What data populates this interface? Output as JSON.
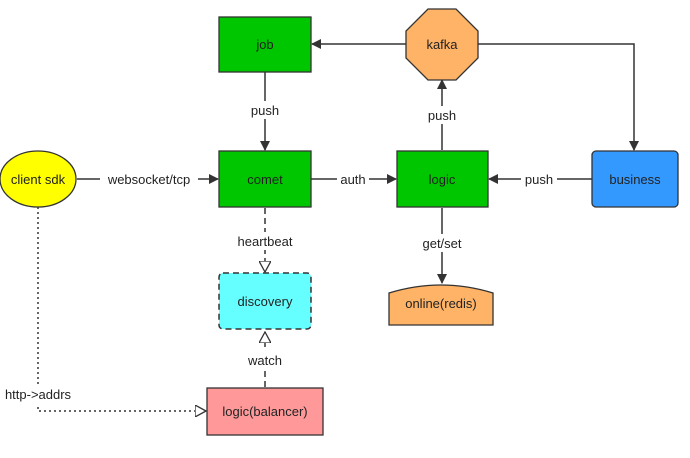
{
  "nodes": {
    "client_sdk": {
      "label": "client sdk",
      "color": "#ffff00"
    },
    "comet": {
      "label": "comet",
      "color": "#00c600"
    },
    "job": {
      "label": "job",
      "color": "#00c600"
    },
    "kafka": {
      "label": "kafka",
      "color": "#ffb366"
    },
    "logic": {
      "label": "logic",
      "color": "#00c600"
    },
    "business": {
      "label": "business",
      "color": "#3399ff"
    },
    "discovery": {
      "label": "discovery",
      "color": "#66ffff"
    },
    "online_redis": {
      "label": "online(redis)",
      "color": "#ffb366"
    },
    "logic_balancer": {
      "label": "logic(balancer)",
      "color": "#ff9999"
    }
  },
  "edges": {
    "websocket_tcp": "websocket/tcp",
    "auth": "auth",
    "push_job_comet": "push",
    "push_logic_kafka": "push",
    "push_business_logic": "push",
    "heartbeat": "heartbeat",
    "get_set": "get/set",
    "watch": "watch",
    "http_addrs": "http->addrs"
  }
}
